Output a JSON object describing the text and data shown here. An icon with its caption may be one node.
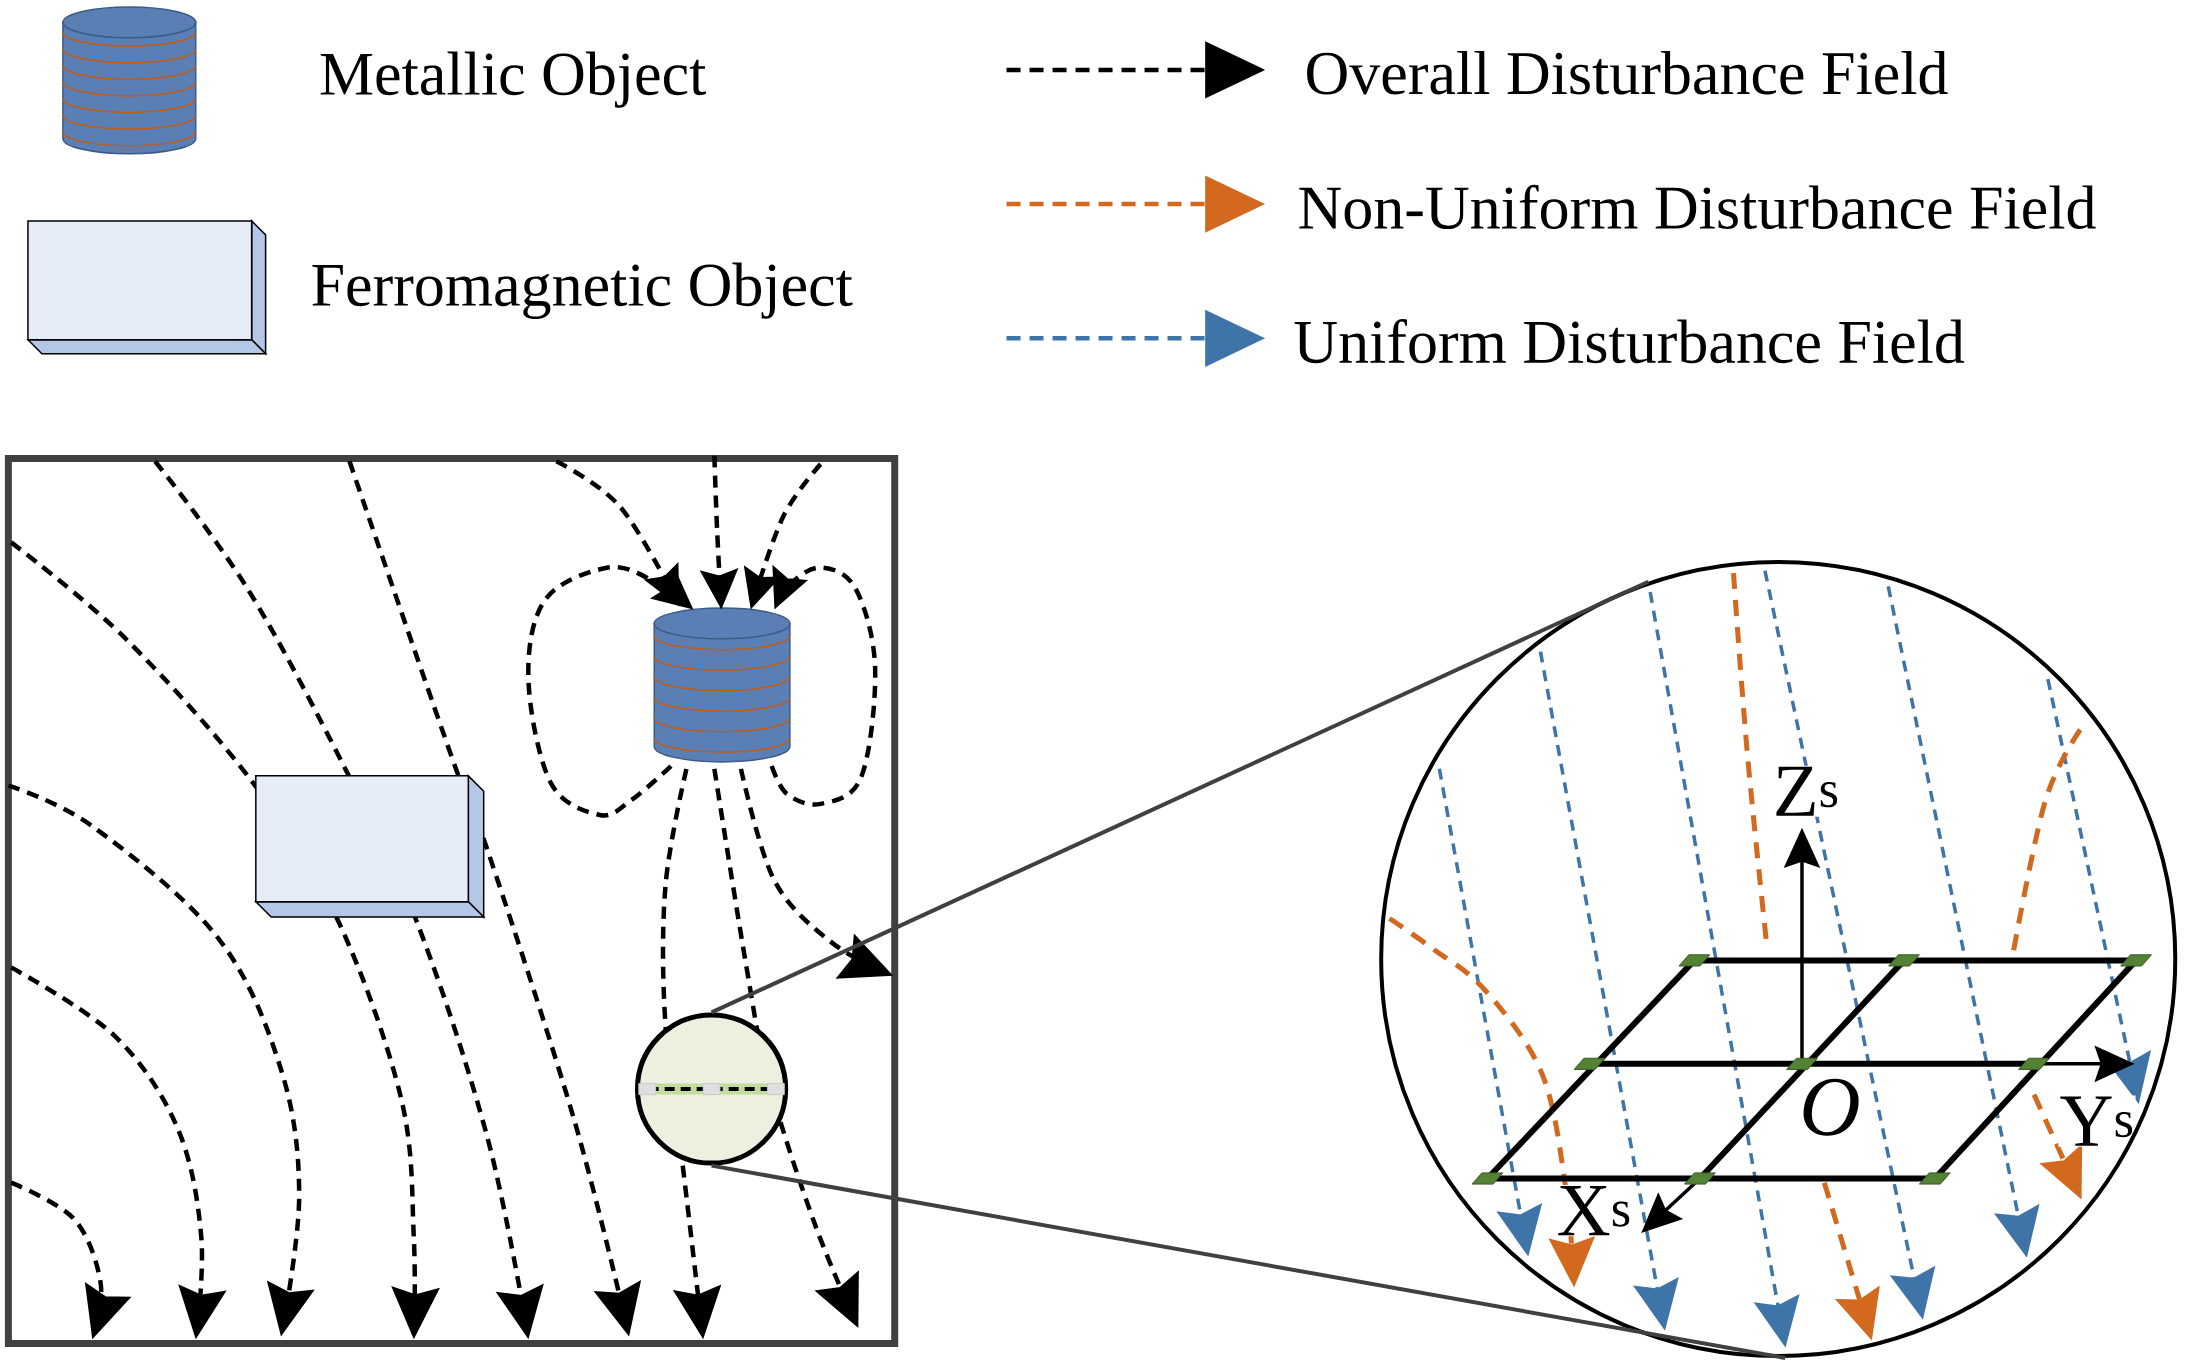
{
  "diagram": {
    "nodes": [
      {
        "text": [],
        "shape": "circle"
      },
      {
        "text": [],
        "shape": "circle"
      }
    ],
    "edges": [
      {
        "from": 0,
        "to": 1,
        "arrow": "none"
      },
      {
        "from": 0,
        "to": 1,
        "arrow": "none"
      }
    ],
    "labels": [
      "Z$^{s}$",
      "O",
      "Y$^{s}$",
      "X$^{s}$"
    ],
    "legend": [
      {
        "text": "Metallic Object"
      },
      {
        "text": "Ferromagnetic Object"
      },
      {
        "text": "Overall Disturbance Field"
      },
      {
        "text": "Non-Uniform Disturbance Field"
      },
      {
        "text": "Uniform Disturbance Field"
      }
    ]
  }
}
